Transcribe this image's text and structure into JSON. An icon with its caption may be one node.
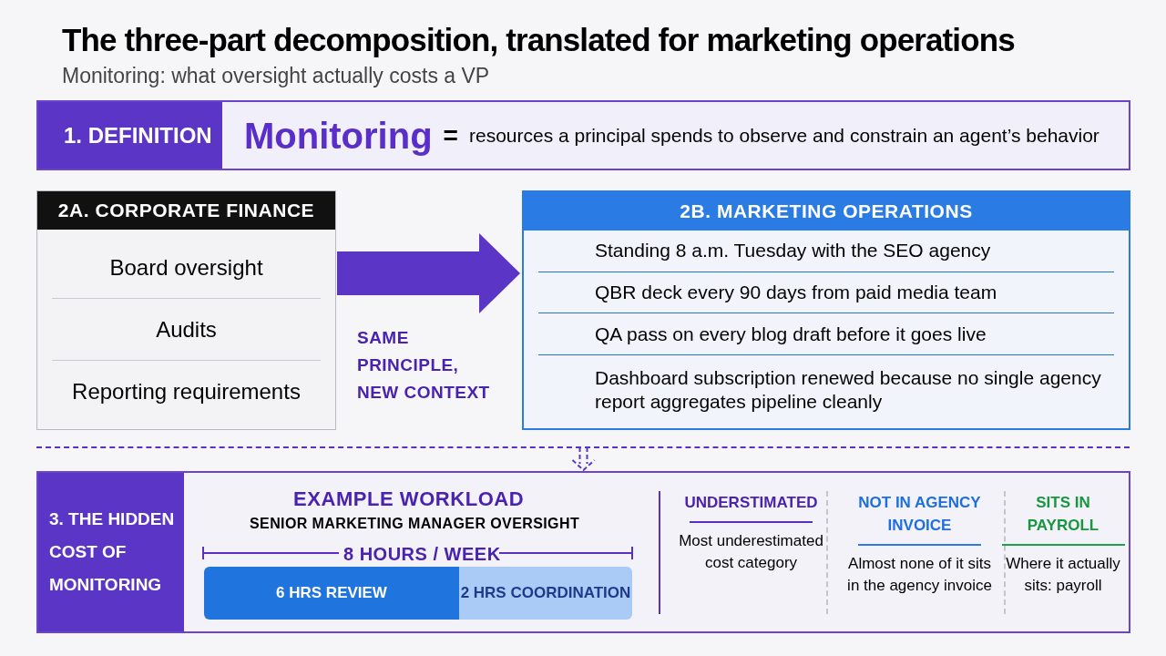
{
  "diagram": {
    "title": "The three-part decomposition, translated for marketing operations",
    "caption": "Monitoring: what oversight actually costs a VP",
    "nodes": [
      {
        "text": [
          "1. DEFINITION",
          "Monitoring",
          "=",
          "resources a principal spends to observe and constrain an agent’s behavior"
        ]
      },
      {
        "text": [
          "2A. CORPORATE FINANCE",
          "Board oversight",
          "Audits",
          "Reporting requirements"
        ]
      },
      {
        "text": [
          "2B. MARKETING OPERATIONS",
          "Standing 8 a.m. Tuesday with the SEO agency",
          "QBR deck every 90 days from paid media team",
          "QA pass on every blog draft before it goes live",
          "Dashboard subscription renewed because no single agency report aggregates pipeline cleanly"
        ]
      },
      {
        "text": [
          "3. THE HIDDEN COST OF MONITORING",
          "EXAMPLE WORKLOAD",
          "SENIOR MARKETING MANAGER OVERSIGHT",
          "UNDERSTIMATED",
          "Most underestimated cost category",
          "NOT IN AGENCY INVOICE",
          "Almost none of it sits in the agency invoice",
          "SITS IN PAYROLL",
          "Where it actually sits: payroll"
        ]
      },
      {
        "text": [
          "6 HRS REVIEW"
        ],
        "in": 3
      },
      {
        "text": [
          "2 HRS COORDINATION"
        ],
        "in": 3
      }
    ],
    "edges": [
      {
        "from": 1,
        "to": 2,
        "arrow": "to",
        "label": "SAME PRINCIPLE, NEW CONTEXT",
        "style": "thick"
      },
      {
        "from": null,
        "to": 3,
        "arrow": "to",
        "style": "dashed"
      }
    ],
    "labels": [
      "8 HOURS / WEEK"
    ]
  }
}
